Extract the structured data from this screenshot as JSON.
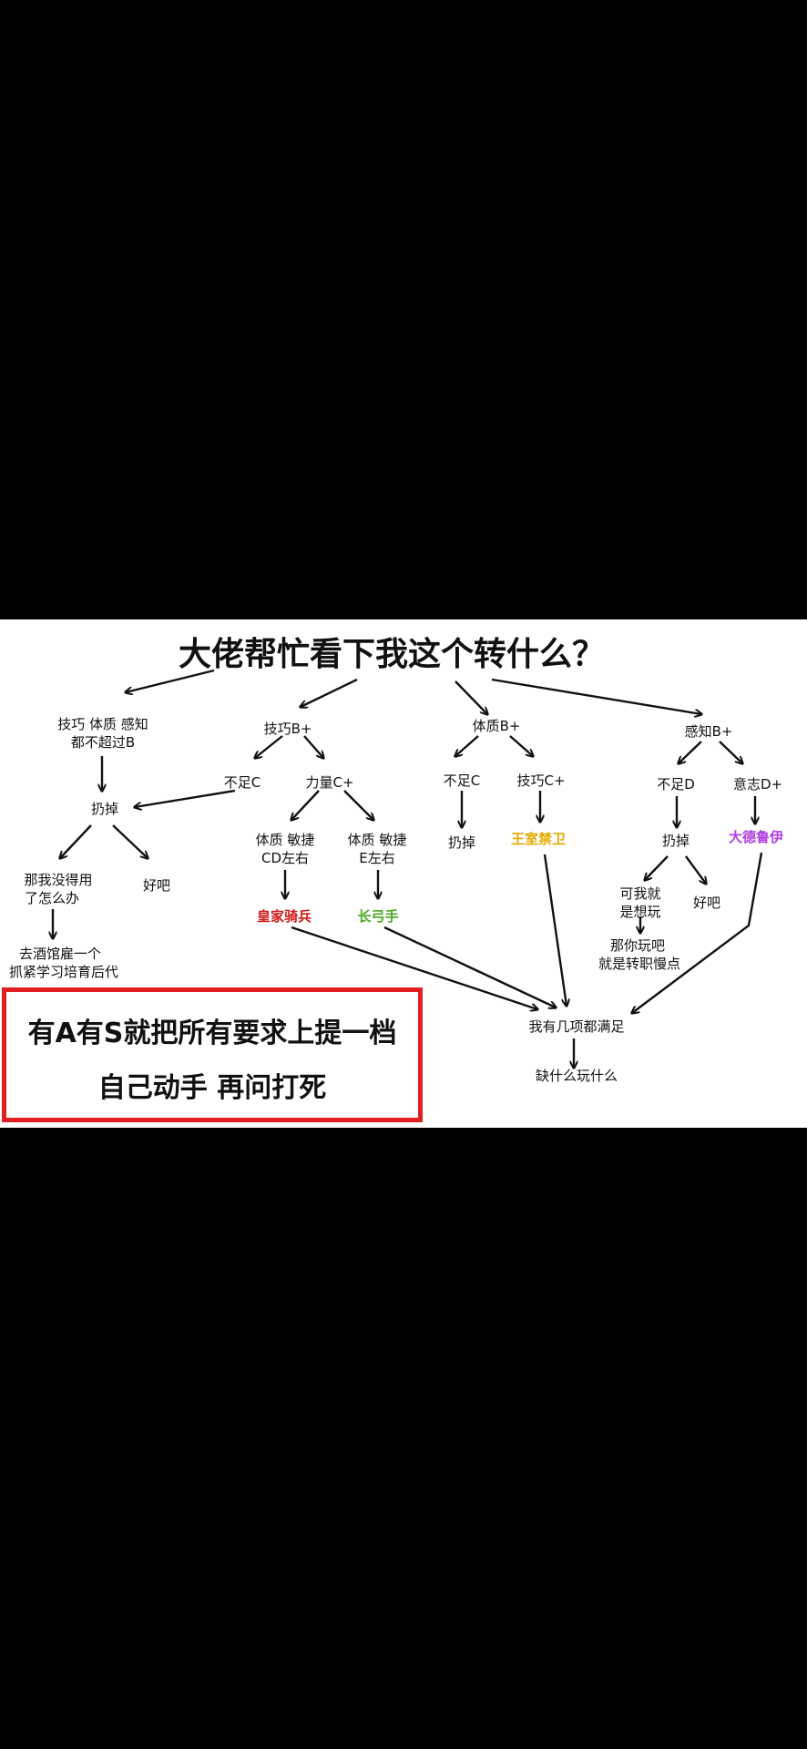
{
  "title": "大佬帮忙看下我这个转什么？",
  "nodes": {
    "skill_const_perc_1": "技巧 体质 感知",
    "skill_const_perc_2": "都不超过B",
    "skill_bplus": "技巧B+",
    "const_bplus": "体质B+",
    "perc_bplus": "感知B+",
    "lack_c_left": "不足C",
    "strength_cplus": "力量C+",
    "lack_c_mid": "不足C",
    "skill_cplus": "技巧C+",
    "lack_d": "不足D",
    "will_dplus": "意志D+",
    "discard_left": "扔掉",
    "discard_mid": "扔掉",
    "discard_right": "扔掉",
    "cd_range_1": "体质 敏捷",
    "cd_range_2": "CD左右",
    "e_range_1": "体质 敏捷",
    "e_range_2": "E左右",
    "royal_guard": "王室禁卫",
    "druid": "大德鲁伊",
    "what_if_1": "那我没得用",
    "what_if_2": "了怎么办",
    "ok_left": "好吧",
    "still_want_1": "可我就",
    "still_want_2": "是想玩",
    "ok_right": "好吧",
    "royal_knight": "皇家骑兵",
    "longbow": "长弓手",
    "then_play_1": "那你玩吧",
    "then_play_2": "就是转职慢点",
    "tavern_1": "去酒馆雇一个",
    "tavern_2": "抓紧学习培育后代",
    "satisfy_several": "我有几项都满足",
    "play_missing": "缺什么玩什么"
  },
  "note": {
    "line1": "有A有S就把所有要求上提一档",
    "line2": "自己动手 再问打死"
  },
  "colors": {
    "royal_guard": "#e6a800",
    "druid": "#b040e0",
    "royal_knight": "#d01818",
    "longbow": "#4aa820",
    "note_border": "#e02020"
  }
}
